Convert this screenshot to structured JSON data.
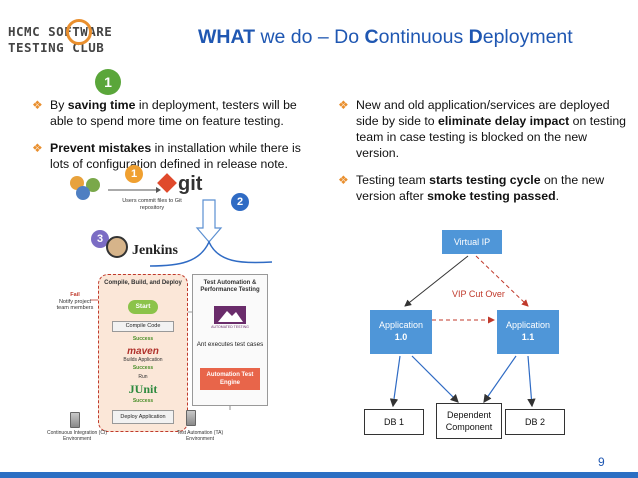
{
  "logo": {
    "line1": "HCMC SOFTWARE",
    "line2": "TESTING CLUB"
  },
  "title": {
    "part1": "WHAT",
    "part2": " we do – Do ",
    "c": "C",
    "ontinuous": "ontinuous ",
    "d": "D",
    "eployment": "eployment"
  },
  "section_number": "1",
  "left_bullets": [
    {
      "pre": "By ",
      "bold": "saving time",
      "post": " in deployment, testers will be able to spend more time on feature testing."
    },
    {
      "pre": "",
      "bold": "Prevent mistakes",
      "post": " in installation while there is lots of configuration defined in release note."
    }
  ],
  "right_bullets": [
    {
      "pre": "New and old application/services are deployed side by side to ",
      "bold": "eliminate delay impact",
      "post": " on testing team in case testing is blocked on the new version."
    },
    {
      "pre": "Testing team ",
      "bold": "starts testing cycle",
      "post": " on the new version after ",
      "bold2": "smoke testing passed",
      "post2": "."
    }
  ],
  "pipeline": {
    "step1": "1",
    "step2": "2",
    "step3": "3",
    "git": "git",
    "commit_text": "Users commit files to Git repository",
    "jenkins": "Jenkins",
    "compile_header": "Compile, Build, and Deploy",
    "start": "Start",
    "compile_code": "Compile Code",
    "success1": "Success",
    "maven": "maven",
    "maven_sub": "Builds Application",
    "success2": "Success",
    "run": "Run",
    "junit": "JUnit",
    "success3": "Success",
    "deploy": "Deploy Application",
    "fail_label": "Fail",
    "fail_text": "Notify project team members",
    "ta_header": "Test Automation & Performance Testing",
    "mtn_label": "AUTOMATED TESTING",
    "ant_text": "Ant executes test cases",
    "engine": "Automation Test Engine",
    "ci_env": "Continuous Integration (CI) Environment",
    "ta_env": "Test Automation (TA) Environment"
  },
  "deployment": {
    "virtual_ip": "Virtual IP",
    "vip_cut_over": "VIP Cut Over",
    "app1_label": "Application",
    "app1_version": "1.0",
    "app2_label": "Application",
    "app2_version": "1.1",
    "db1": "DB 1",
    "db2": "DB 2",
    "dependent_line1": "Dependent",
    "dependent_line2": "Component"
  },
  "page_number": "9",
  "colors": {
    "title": "#1f57b2",
    "accent": "#e98f2e",
    "node": "#4f96d8",
    "cutover": "#c0392b"
  }
}
